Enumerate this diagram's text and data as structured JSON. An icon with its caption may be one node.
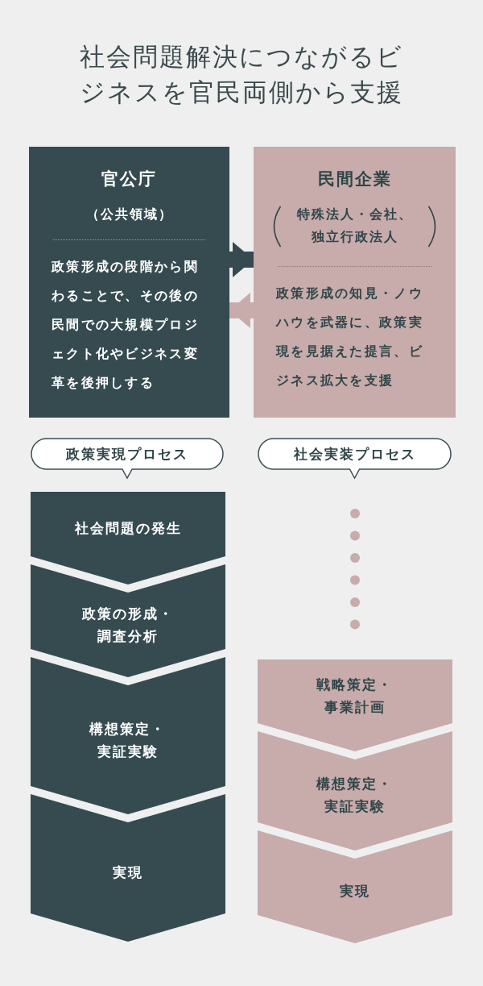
{
  "diagram": {
    "title": "社会問題解決につながるビジネスを官民両側から支援",
    "nodes": [
      {
        "text": [
          "官公庁",
          "（公共領域）",
          "政策形成の段階から関わることで、その後の民間での大規模プロジェクト化やビジネス変革を後押しする"
        ]
      },
      {
        "text": [
          "民間企業",
          "特殊法人・会社、独立行政法人",
          "政策形成の知見・ノウハウを武器に、政策実現を見据えた提言、ビジネス拡大を支援"
        ]
      },
      {
        "text": [
          "政策実現プロセス"
        ]
      },
      {
        "text": [
          "社会実装プロセス"
        ]
      },
      {
        "text": [
          "社会問題の発生"
        ]
      },
      {
        "text": [
          "政策の形成・調査分析"
        ]
      },
      {
        "text": [
          "構想策定・実証実験"
        ]
      },
      {
        "text": [
          "実現"
        ]
      },
      {
        "text": [
          "戦略策定・事業計画"
        ]
      },
      {
        "text": [
          "構想策定・実証実験"
        ]
      },
      {
        "text": [
          "実現"
        ]
      }
    ],
    "edges": [
      {
        "from": 0,
        "to": 1,
        "arrow": "to",
        "color": "#354b4f"
      },
      {
        "from": 1,
        "to": 0,
        "arrow": "to",
        "color": "#c8abab"
      }
    ]
  }
}
